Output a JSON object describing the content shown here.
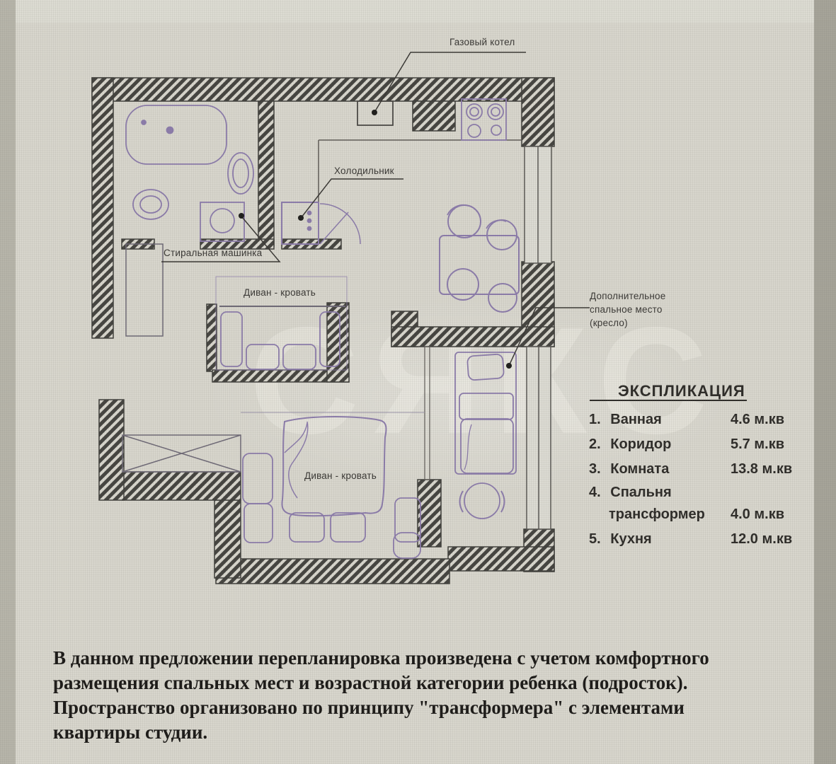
{
  "plan": {
    "labels": {
      "gas_boiler": "Газовый котел",
      "fridge": "Холодильник",
      "washing_machine": "Стиральная машинка",
      "sofa_bed_nook": "Диван - кровать",
      "sofa_bed_room": "Диван - кровать",
      "extra_sleep_line1": "Дополнительное",
      "extra_sleep_line2": "спальное место",
      "extra_sleep_line3": "(кресло)"
    },
    "watermark": "СЯКС"
  },
  "explication": {
    "title": "ЭКСПЛИКАЦИЯ",
    "rows": [
      {
        "num": "1.",
        "name": "Ванная",
        "area": "4.6 м.кв"
      },
      {
        "num": "2.",
        "name": "Коридор",
        "area": "5.7 м.кв"
      },
      {
        "num": "3.",
        "name": "Комната",
        "area": "13.8 м.кв"
      },
      {
        "num": "4.",
        "name": "Спальня",
        "name2": "трансформер",
        "area": "4.0 м.кв"
      },
      {
        "num": "5.",
        "name": "Кухня",
        "area": "12.0 м.кв"
      }
    ]
  },
  "description": {
    "line1": "В данном предложении перепланировка произведена с учетом комфортного",
    "line2": "размещения спальных мест и возрастной категории ребенка (подросток).",
    "line3": "Пространство организовано по принципу \"трансформера\" с элементами",
    "line4": "квартиры студии."
  },
  "colors": {
    "wall": "#454440",
    "furniture": "#8c7cab",
    "text": "#2e2c29",
    "background": "#d8d6cd"
  }
}
